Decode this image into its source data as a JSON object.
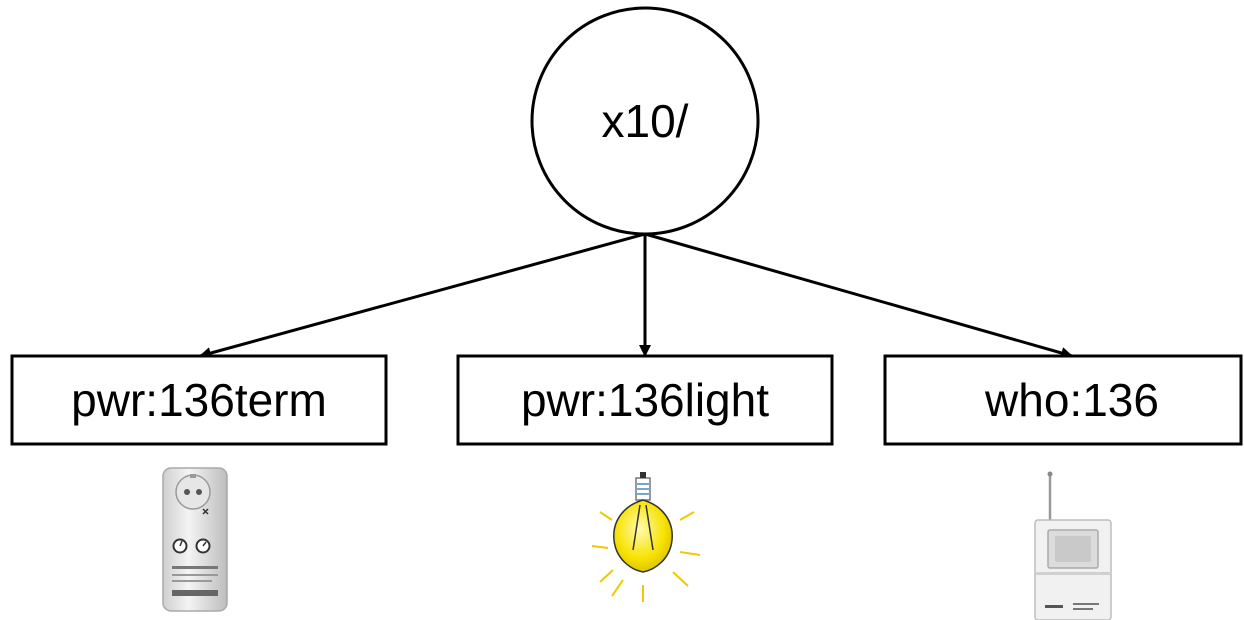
{
  "root": {
    "label": "x10/"
  },
  "children": [
    {
      "label": "pwr:136term",
      "icon": "power-outlet-timer-icon"
    },
    {
      "label": "pwr:136light",
      "icon": "light-bulb-icon"
    },
    {
      "label": "who:136",
      "icon": "motion-sensor-icon"
    }
  ],
  "colors": {
    "stroke": "#000000",
    "background": "#ffffff",
    "bulb": "#f6e200",
    "device": "#e8e8e8"
  }
}
